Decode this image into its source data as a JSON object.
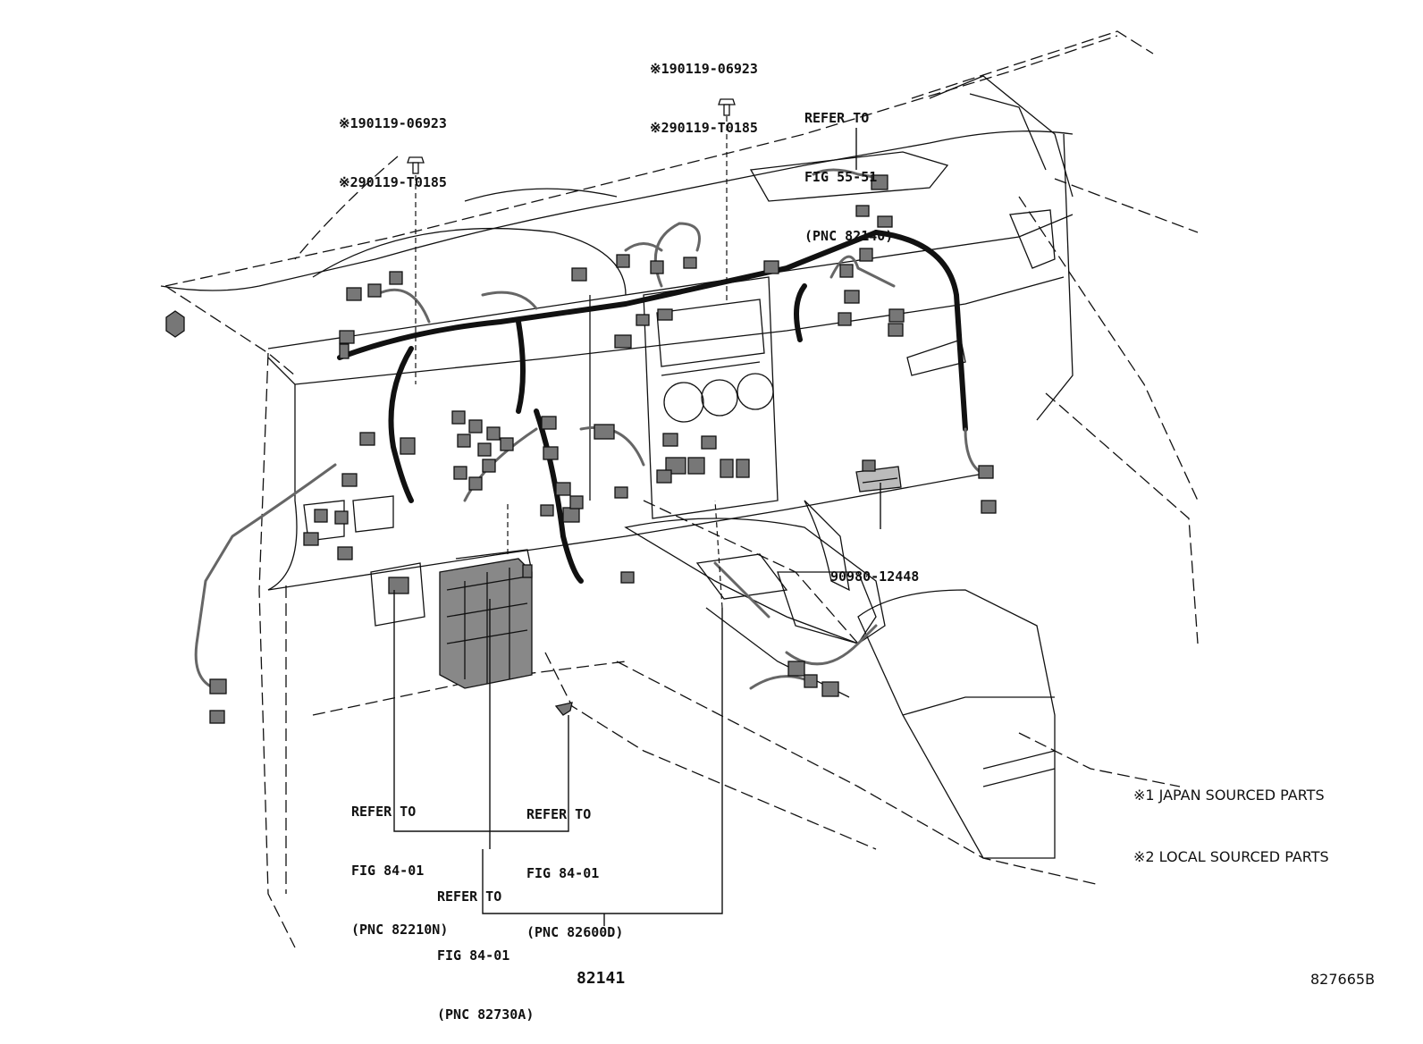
{
  "diagram_id": "827665B",
  "bolt_left": {
    "line1": "※190119-06923",
    "line2": "※290119-T0185"
  },
  "bolt_right": {
    "line1": "※190119-06923",
    "line2": "※290119-T0185"
  },
  "refer_55_51": {
    "line1": "REFER TO",
    "line2": "FIG 55-51",
    "line3": "(PNC 82140)"
  },
  "refer_82210n": {
    "line1": "REFER TO",
    "line2": "FIG 84-01",
    "line3": "(PNC 82210N)"
  },
  "refer_82600d": {
    "line1": "REFER TO",
    "line2": "FIG 84-01",
    "line3": "(PNC 82600D)"
  },
  "refer_82730a": {
    "line1": "REFER TO",
    "line2": "FIG 84-01",
    "line3": "(PNC 82730A)"
  },
  "part_relay": "90980-12448",
  "part_main": "82141",
  "legend": {
    "item1": "※1 JAPAN SOURCED PARTS",
    "item2": "※2 LOCAL SOURCED PARTS"
  }
}
